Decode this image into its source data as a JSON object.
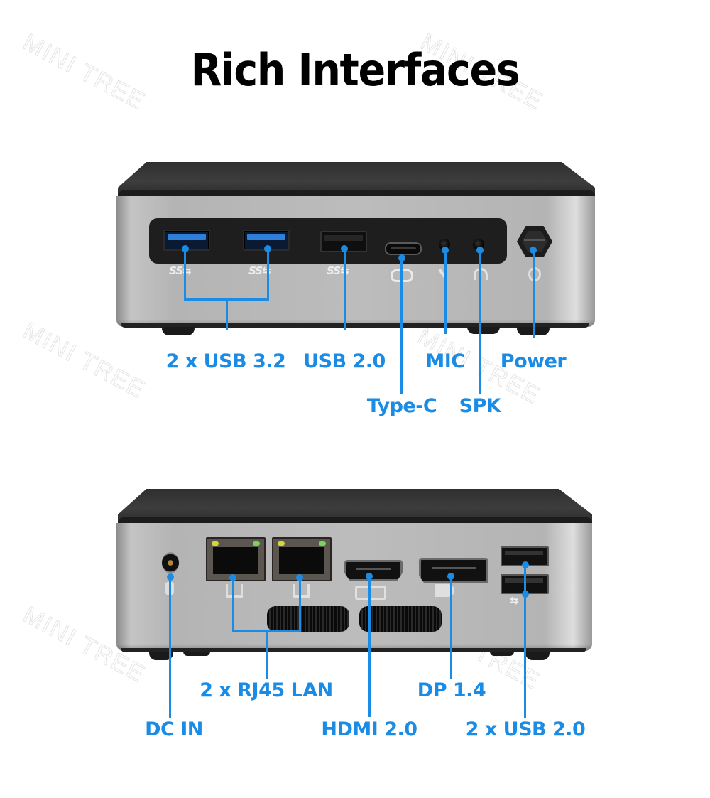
{
  "title": "Rich Interfaces",
  "watermark": "MINI TREE",
  "colors": {
    "accent_blue": "#1a8ce6",
    "title_black": "#000000",
    "chassis_silver": "#bcbcbc",
    "lid_black": "#333333",
    "usb3_blue": "#2f7fd8",
    "led_yellow": "#d4d445",
    "led_green": "#7bd35a"
  },
  "front_panel": {
    "view": "front",
    "silkscreen": {
      "usb3_a": "SS⇆",
      "usb3_b": "SS⇆",
      "usb2": "SS⇆"
    },
    "ports": [
      {
        "id": "usb3-1",
        "type": "usb3-icon"
      },
      {
        "id": "usb3-2",
        "type": "usb3-icon"
      },
      {
        "id": "usb2",
        "type": "usb2-icon"
      },
      {
        "id": "type-c",
        "type": "usb-c-icon"
      },
      {
        "id": "mic",
        "type": "audio-jack-icon"
      },
      {
        "id": "spk",
        "type": "audio-jack-icon"
      },
      {
        "id": "power",
        "type": "power-button-icon"
      }
    ],
    "labels": {
      "usb32": "2 x USB 3.2",
      "usb20": "USB 2.0",
      "mic": "MIC",
      "power": "Power",
      "typec": "Type-C",
      "spk": "SPK"
    }
  },
  "rear_panel": {
    "view": "rear",
    "ports": [
      {
        "id": "dc-in",
        "type": "dc-jack-icon"
      },
      {
        "id": "lan-1",
        "type": "rj45-icon"
      },
      {
        "id": "lan-2",
        "type": "rj45-icon"
      },
      {
        "id": "hdmi",
        "type": "hdmi-icon"
      },
      {
        "id": "dp",
        "type": "displayport-icon"
      },
      {
        "id": "usb-1",
        "type": "usb2-icon"
      },
      {
        "id": "usb-2",
        "type": "usb2-icon"
      }
    ],
    "labels": {
      "rj45": "2 x RJ45 LAN",
      "dp": "DP 1.4",
      "dcin": "DC IN",
      "hdmi": "HDMI 2.0",
      "usb20": "2 x USB 2.0"
    }
  }
}
